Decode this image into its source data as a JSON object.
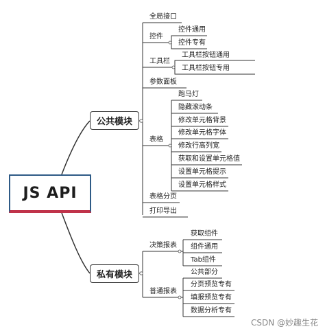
{
  "root": {
    "label": "JS API"
  },
  "branches": [
    {
      "label": "公共模块",
      "children": [
        {
          "label": "全局接口"
        },
        {
          "label": "控件",
          "children": [
            {
              "label": "控件通用"
            },
            {
              "label": "控件专有"
            }
          ]
        },
        {
          "label": "工具栏",
          "children": [
            {
              "label": "工具栏按钮通用"
            },
            {
              "label": "工具栏按钮专用"
            }
          ]
        },
        {
          "label": "参数面板"
        },
        {
          "label": "表格",
          "children": [
            {
              "label": "跑马灯"
            },
            {
              "label": "隐藏滚动条"
            },
            {
              "label": "修改单元格背景"
            },
            {
              "label": "修改单元格字体"
            },
            {
              "label": "修改行高列宽"
            },
            {
              "label": "获取和设置单元格值"
            },
            {
              "label": "设置单元格提示"
            },
            {
              "label": "设置单元格样式"
            }
          ]
        },
        {
          "label": "表格分页"
        },
        {
          "label": "打印导出"
        }
      ]
    },
    {
      "label": "私有模块",
      "children": [
        {
          "label": "决策报表",
          "children": [
            {
              "label": "获取组件"
            },
            {
              "label": "组件通用"
            },
            {
              "label": "Tab组件"
            }
          ]
        },
        {
          "label": "普通报表",
          "children": [
            {
              "label": "公共部分"
            },
            {
              "label": "分页预览专有"
            },
            {
              "label": "填报预览专有"
            },
            {
              "label": "数据分析专有"
            }
          ]
        }
      ]
    }
  ],
  "watermark": "CSDN @妙趣生花"
}
